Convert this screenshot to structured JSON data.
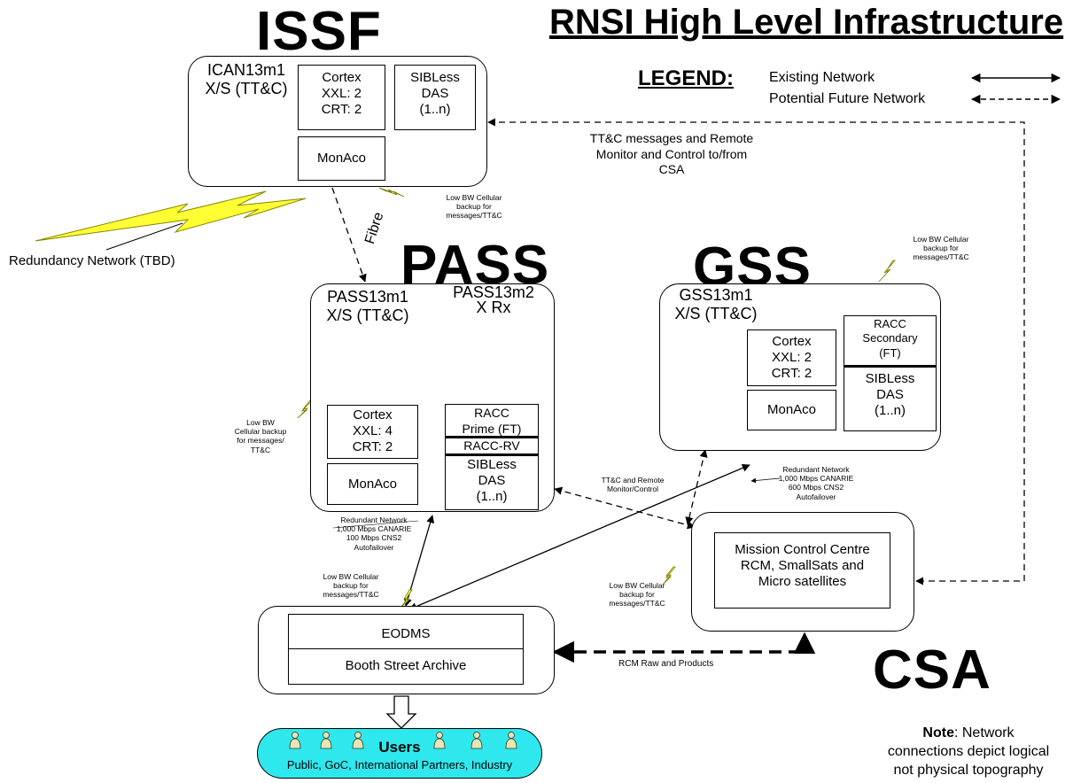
{
  "title": "RNSI High Level Infrastructure",
  "legend": {
    "heading": "LEGEND:",
    "existing": "Existing Network",
    "future": "Potential Future Network"
  },
  "issf": {
    "heading": "ISSF",
    "antenna_label": "ICAN13m1\nX/S (TT&C)",
    "cortex": "Cortex\nXXL: 2\nCRT: 2",
    "sibless": "SIBLess\nDAS\n(1..n)",
    "monaco": "MonAco",
    "cellular_note": "Low BW Cellular\nbackup for\nmessages/TT&C",
    "redundancy": "Redundancy Network (TBD)",
    "fibre": "Fibre"
  },
  "pass": {
    "heading": "PASS",
    "antenna1_label": "PASS13m1\nX/S (TT&C)",
    "antenna2_label": "PASS13m2\nX Rx",
    "cortex": "Cortex\nXXL: 4\nCRT: 2",
    "monaco": "MonAco",
    "racc_prime": "RACC\nPrime (FT)",
    "racc_rv": "RACC-RV",
    "sibless": "SIBLess\nDAS\n(1..n)",
    "cellular_note": "Low BW\nCellular backup\nfor messages/\nTT&C",
    "redundant_note": "Redundant Network\n1,000 Mbps CANARIE\n100 Mbps CNS2\nAutofailover"
  },
  "gss": {
    "heading": "GSS",
    "antenna_label": "GSS13m1\nX/S (TT&C)",
    "cortex": "Cortex\nXXL: 2\nCRT: 2",
    "monaco": "MonAco",
    "racc_secondary": "RACC\nSecondary\n(FT)",
    "sibless": "SIBLess\nDAS\n(1..n)",
    "cellular_note": "Low BW Cellular\nbackup for\nmessages/TT&C",
    "redundant_note": "Redundant Network\n1,000 Mbps CANARIE\n600 Mbps CNS2\nAutofailover"
  },
  "csa": {
    "heading": "CSA",
    "mcc": "Mission Control Centre\nRCM, SmallSats and\nMicro satellites",
    "cellular_note": "Low BW Cellular\nbackup for\nmessages/TT&C",
    "ttc_remote": "TT&C messages and Remote\nMonitor and Control to/from\nCSA",
    "ttc_small": "TT&C and Remote\nMonitor/Control"
  },
  "archive": {
    "eodms": "EODMS",
    "booth": "Booth Street Archive",
    "cellular_note": "Low BW Cellular\nbackup for\nmessages/TT&C",
    "rcm_raw": "RCM Raw and Products"
  },
  "users": {
    "title": "Users",
    "subtitle": "Public, GoC, International Partners, Industry"
  },
  "note": {
    "bold": "Note",
    "rest": ": Network\nconnections depict logical\nnot physical topography"
  },
  "colors": {
    "dish": "#3b4bd6",
    "dish_fill": "#d9d9de",
    "bolt": "#ffff33",
    "users_fill": "#2ee8ee"
  }
}
